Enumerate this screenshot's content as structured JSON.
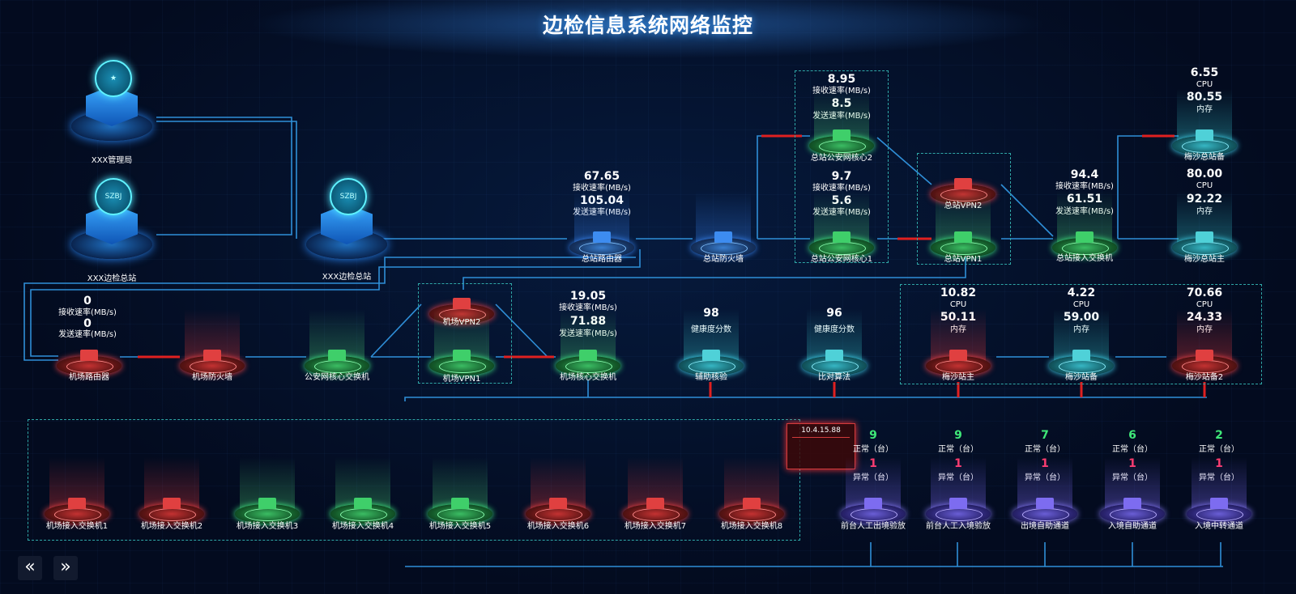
{
  "title": "边检信息系统网络监控",
  "top_buildings": [
    {
      "label": "XXX管理局"
    },
    {
      "label": "XXX边检总站",
      "emblem": "SZBJ"
    },
    {
      "label": "XXX边检总站",
      "emblem": "SZBJ"
    }
  ],
  "hq": {
    "router": {
      "label": "总站路由器",
      "rx": "67.65",
      "rx_label": "接收速率(MB/s)",
      "tx": "105.04",
      "tx_label": "发送速率(MB/s)"
    },
    "firewall": {
      "label": "总站防火墙"
    },
    "core1": {
      "label": "总站公安网核心1",
      "rx": "9.7",
      "rx_label": "接收速率(MB/s)",
      "tx": "5.6",
      "tx_label": "发送速率(MB/s)"
    },
    "core2": {
      "label": "总站公安网核心2",
      "rx": "8.95",
      "rx_label": "接收速率(MB/s)",
      "tx": "8.5",
      "tx_label": "发送速率(MB/s)"
    },
    "vpn1": {
      "label": "总站VPN1"
    },
    "vpn2": {
      "label": "总站VPN2"
    },
    "access": {
      "label": "总站接入交换机",
      "rx": "94.4",
      "rx_label": "接收速率(MB/s)",
      "tx": "61.51",
      "tx_label": "发送速率(MB/s)"
    },
    "ms_backup": {
      "label": "梅沙总站备",
      "cpu": "6.55",
      "cpu_label": "CPU",
      "mem": "80.55",
      "mem_label": "内存"
    },
    "ms_main": {
      "label": "梅沙总站主",
      "cpu": "80.00",
      "cpu_label": "CPU",
      "mem": "92.22",
      "mem_label": "内存"
    }
  },
  "airport": {
    "router": {
      "label": "机场路由器",
      "rx": "0",
      "rx_label": "接收速率(MB/s)",
      "tx": "0",
      "tx_label": "发送速率(MB/s)"
    },
    "firewall": {
      "label": "机场防火墙"
    },
    "psn_core": {
      "label": "公安网核心交换机"
    },
    "vpn1": {
      "label": "机场VPN1"
    },
    "vpn2": {
      "label": "机场VPN2"
    },
    "core": {
      "label": "机场核心交换机",
      "rx": "19.05",
      "rx_label": "接收速率(MB/s)",
      "tx": "71.88",
      "tx_label": "发送速率(MB/s)"
    },
    "aux": {
      "label": "辅助核验",
      "score": "98",
      "score_label": "健康度分数"
    },
    "compare": {
      "label": "比对算法",
      "score": "96",
      "score_label": "健康度分数"
    },
    "ms_station_main": {
      "label": "梅沙站主",
      "cpu": "10.82",
      "cpu_label": "CPU",
      "mem": "50.11",
      "mem_label": "内存"
    },
    "ms_station_backup": {
      "label": "梅沙站备",
      "cpu": "4.22",
      "cpu_label": "CPU",
      "mem": "59.00",
      "mem_label": "内存"
    },
    "ms_station_backup2": {
      "label": "梅沙站备2",
      "cpu": "70.66",
      "cpu_label": "CPU",
      "mem": "24.33",
      "mem_label": "内存"
    }
  },
  "access_switches": [
    {
      "label": "机场接入交换机1",
      "status": "red"
    },
    {
      "label": "机场接入交换机2",
      "status": "red"
    },
    {
      "label": "机场接入交换机3",
      "status": "green"
    },
    {
      "label": "机场接入交换机4",
      "status": "green"
    },
    {
      "label": "机场接入交换机5",
      "status": "green"
    },
    {
      "label": "机场接入交换机6",
      "status": "red"
    },
    {
      "label": "机场接入交换机7",
      "status": "red"
    },
    {
      "label": "机场接入交换机8",
      "status": "red"
    }
  ],
  "tooltip": {
    "ip": "10.4.15.88"
  },
  "channels": [
    {
      "label": "前台人工出境验放",
      "normal": "9",
      "normal_label": "正常（台）",
      "abnormal": "1",
      "abnormal_label": "异常（台）"
    },
    {
      "label": "前台人工入境验放",
      "normal": "9",
      "normal_label": "正常（台）",
      "abnormal": "1",
      "abnormal_label": "异常（台）"
    },
    {
      "label": "出境自助通道",
      "normal": "7",
      "normal_label": "正常（台）",
      "abnormal": "1",
      "abnormal_label": "异常（台）"
    },
    {
      "label": "入境自助通道",
      "normal": "6",
      "normal_label": "正常（台）",
      "abnormal": "1",
      "abnormal_label": "异常（台）"
    },
    {
      "label": "入境中转通道",
      "normal": "2",
      "normal_label": "正常（台）",
      "abnormal": "1",
      "abnormal_label": "异常（台）"
    }
  ],
  "nav": {
    "prev": "«",
    "next": "»"
  },
  "colors": {
    "normal": "#3fe878",
    "abnormal": "#ff3a6a",
    "line": "#2f8fd8",
    "teal_line": "#3fd0d8",
    "alert": "#e02020"
  }
}
